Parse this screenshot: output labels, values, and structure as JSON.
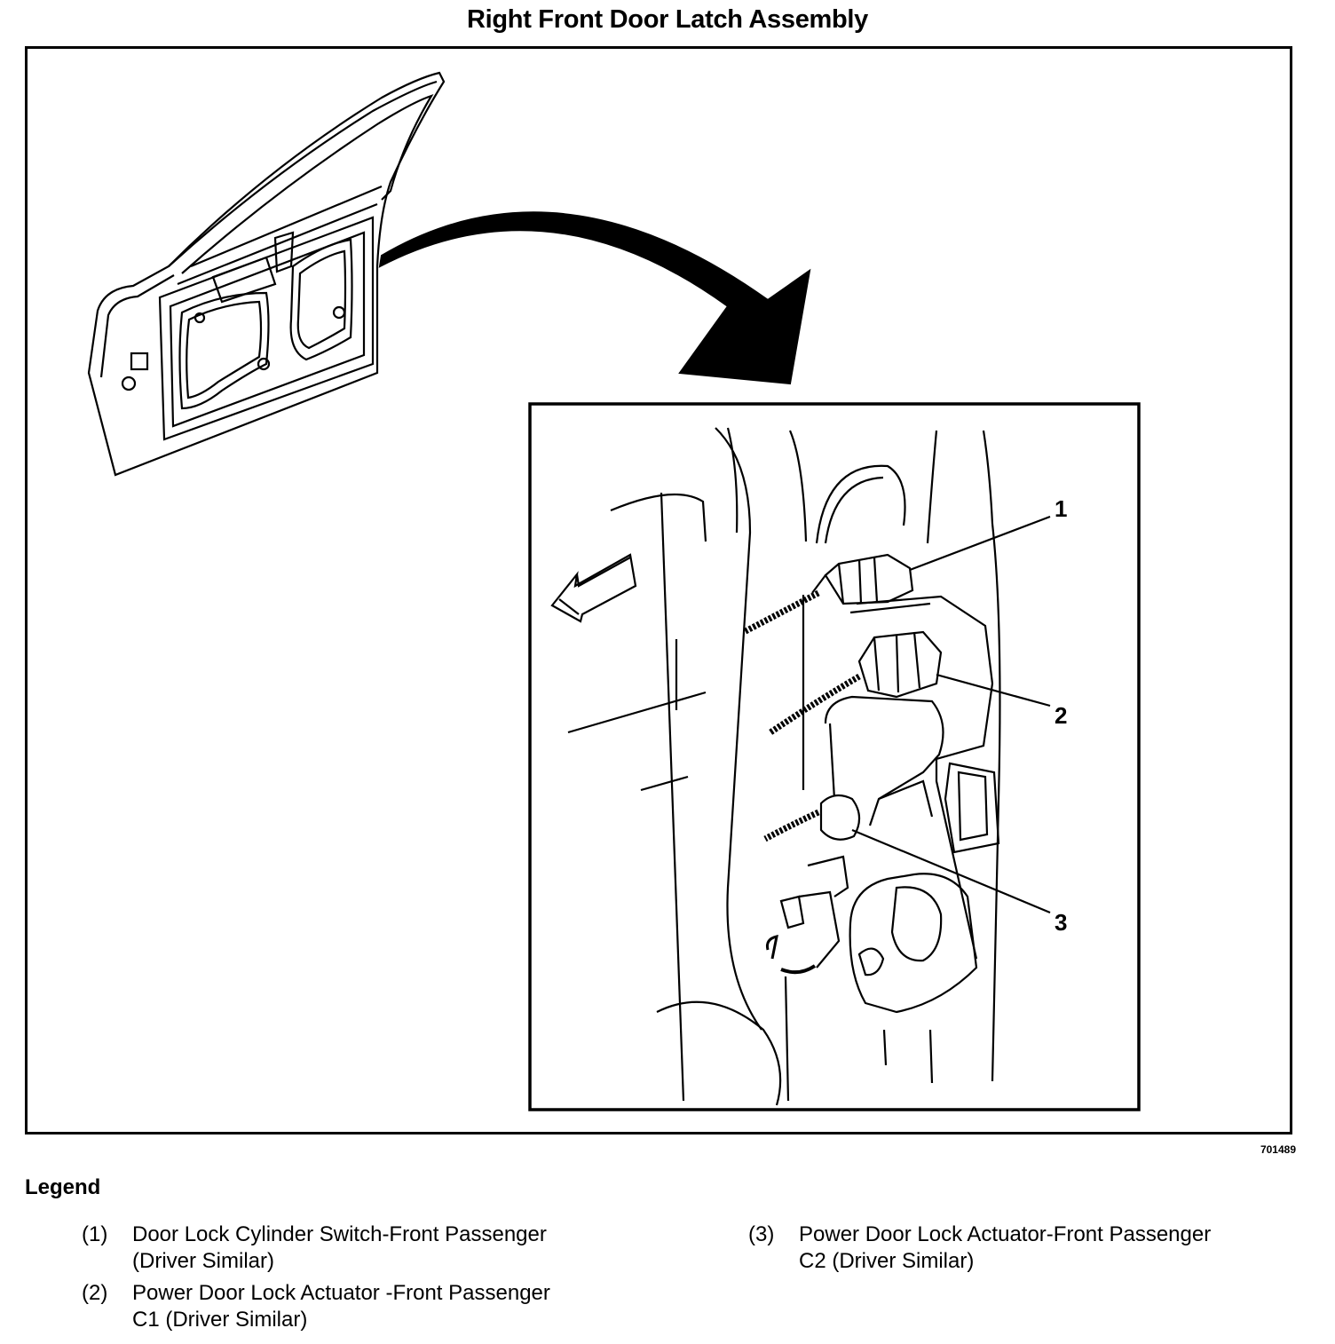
{
  "title": "Right Front Door Latch Assembly",
  "figure_id": "701489",
  "callouts": [
    "1",
    "2",
    "3"
  ],
  "legend": {
    "heading": "Legend",
    "items": [
      {
        "num": "(1)",
        "line1": "Door Lock Cylinder Switch-Front Passenger",
        "line2": "(Driver Similar)"
      },
      {
        "num": "(2)",
        "line1": "Power Door Lock Actuator -Front Passenger",
        "line2": "C1 (Driver Similar)"
      },
      {
        "num": "(3)",
        "line1": "Power Door Lock Actuator-Front Passenger",
        "line2": "C2 (Driver Similar)"
      }
    ]
  }
}
